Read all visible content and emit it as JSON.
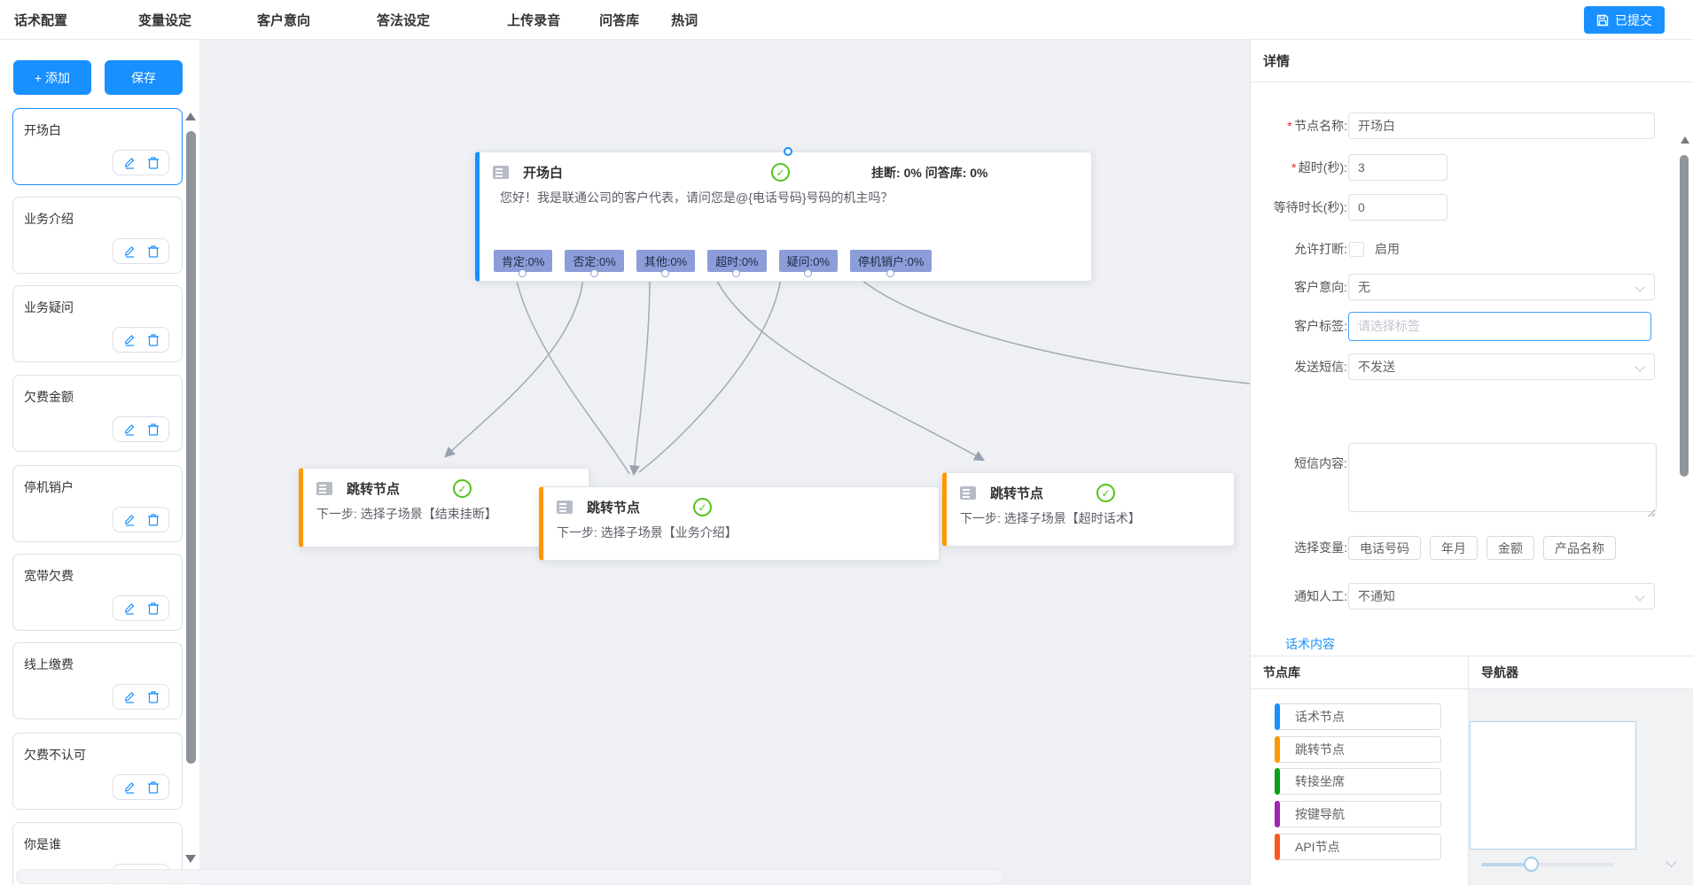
{
  "colors": {
    "accent": "#1890ff",
    "flow_tag_bg": "#8c9dd9",
    "jump_node_bar": "#ff9800",
    "main_node_bar": "#1890ff",
    "check_green": "#52c41a",
    "edge": "#a3abb8",
    "library_bar_colors": [
      "#1890ff",
      "#ff9800",
      "#0aa116",
      "#9c27b0",
      "#ff5722"
    ]
  },
  "nav": {
    "items": [
      "话术配置",
      "变量设定",
      "客户意向",
      "答法设定",
      "上传录音",
      "问答库",
      "热词"
    ],
    "submit_label": "已提交"
  },
  "sidebar": {
    "add_label": "+ 添加",
    "save_label": "保存",
    "cards": [
      {
        "title": "开场白",
        "selected": true
      },
      {
        "title": "业务介绍"
      },
      {
        "title": "业务疑问"
      },
      {
        "title": "欠费金额"
      },
      {
        "title": "停机销户"
      },
      {
        "title": "宽带欠费"
      },
      {
        "title": "线上缴费"
      },
      {
        "title": "欠费不认可"
      },
      {
        "title": "你是谁"
      }
    ]
  },
  "canvas": {
    "main_node": {
      "title": "开场白",
      "stats": "挂断: 0% 问答库: 0%",
      "body": "您好！我是联通公司的客户代表，请问您是@{电话号码}号码的机主吗？",
      "tags": [
        "肯定:0%",
        "否定:0%",
        "其他:0%",
        "超时:0%",
        "疑问:0%",
        "停机销户:0%"
      ]
    },
    "jump_nodes": [
      {
        "title": "跳转节点",
        "body": "下一步: 选择子场景【结束挂断】"
      },
      {
        "title": "跳转节点",
        "body": "下一步: 选择子场景【业务介绍】"
      },
      {
        "title": "跳转节点",
        "body": "下一步: 选择子场景【超时话术】"
      }
    ]
  },
  "details": {
    "title": "详情",
    "node_name": {
      "label": "节点名称:",
      "value": "开场白",
      "required": true
    },
    "timeout": {
      "label": "超时(秒):",
      "value": "3",
      "required": true
    },
    "wait": {
      "label": "等待时长(秒):",
      "value": "0"
    },
    "interrupt": {
      "label": "允许打断:",
      "checkbox_label": "启用",
      "checked": false
    },
    "intent": {
      "label": "客户意向:",
      "value": "无"
    },
    "tag": {
      "label": "客户标签:",
      "placeholder": "请选择标签",
      "value": ""
    },
    "sms": {
      "label": "发送短信:",
      "value": "不发送"
    },
    "sms_content": {
      "label": "短信内容:",
      "value": ""
    },
    "variables": {
      "label": "选择变量:",
      "options": [
        "电话号码",
        "年月",
        "金额",
        "产品名称"
      ]
    },
    "notify": {
      "label": "通知人工:",
      "value": "不通知"
    },
    "script_link": "话术内容"
  },
  "library": {
    "title": "节点库",
    "items": [
      {
        "label": "话术节点",
        "color": "#1890ff"
      },
      {
        "label": "跳转节点",
        "color": "#ff9800"
      },
      {
        "label": "转接坐席",
        "color": "#0aa116"
      },
      {
        "label": "按键导航",
        "color": "#9c27b0"
      },
      {
        "label": "API节点",
        "color": "#ff5722"
      }
    ]
  },
  "navigator": {
    "title": "导航器"
  }
}
